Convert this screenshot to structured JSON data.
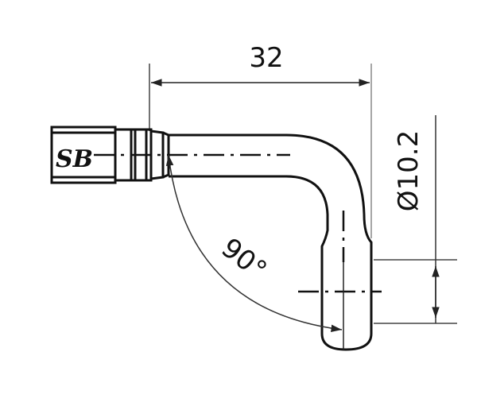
{
  "drawing": {
    "type": "technical drawing - 90 degree banjo/elbow tube fitting",
    "dimensions": {
      "length": "32",
      "diameter": "Ø10.2",
      "angle": "90°"
    },
    "logo": "SB",
    "colors": {
      "line": "#111111",
      "dim_line": "#333333",
      "background": "#ffffff"
    }
  }
}
